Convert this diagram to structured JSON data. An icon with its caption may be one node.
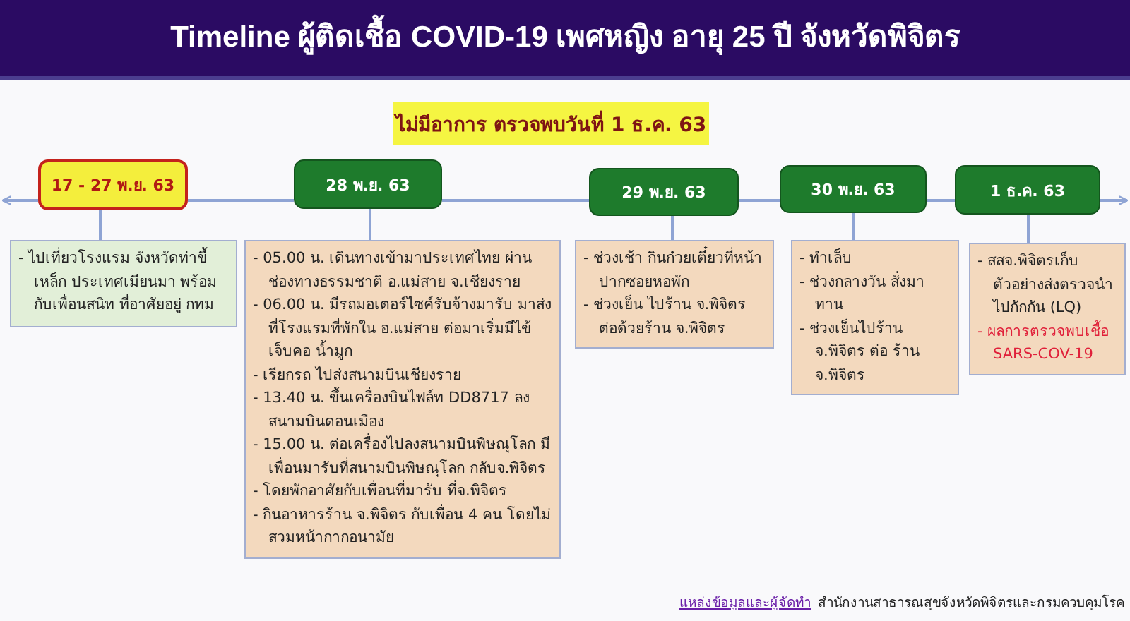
{
  "diagram": {
    "title": "Timeline ผู้ติดเชื้อ COVID-19 เพศหญิง อายุ 25 ปี จังหวัดพิจิตร",
    "nodes": [
      {
        "text": [
          "ไม่มีอาการ ตรวจพบวันที่ 1 ธ.ค. 63"
        ]
      },
      {
        "text": [
          "17 - 27 พ.ย. 63"
        ]
      },
      {
        "text": [
          "28 พ.ย. 63"
        ]
      },
      {
        "text": [
          "29 พ.ย. 63"
        ]
      },
      {
        "text": [
          "30 พ.ย. 63"
        ]
      },
      {
        "text": [
          "1 ธ.ค. 63"
        ]
      },
      {
        "text": [
          "- ไปเที่ยวโรงแรม จังหวัดท่าขี้เหล็ก ประเทศเมียนมา พร้อมกับเพื่อนสนิท ที่อาศัยอยู่ กทม"
        ]
      },
      {
        "text": [
          "- 05.00 น. เดินทางเข้ามาประเทศไทย ผ่านช่องทางธรรมชาติ อ.แม่สาย จ.เชียงราย",
          "- 06.00 น. มีรถมอเตอร์ไซค์รับจ้างมารับ มาส่งที่โรงแรมที่พักใน อ.แม่สาย ต่อมาเริ่มมีไข้ เจ็บคอ น้ำมูก",
          "- เรียกรถ ไปส่งสนามบินเชียงราย",
          "- 13.40 น. ขึ้นเครื่องบินไฟล์ท DD8717 ลงสนามบินดอนเมือง",
          "- 15.00 น. ต่อเครื่องไปลงสนามบินพิษณุโลก มีเพื่อนมารับที่สนามบินพิษณุโลก กลับจ.พิจิตร",
          "- โดยพักอาศัยกับเพื่อนที่มารับ ที่จ.พิจิตร",
          "- กินอาหารร้าน จ.พิจิตร กับเพื่อน 4 คน โดยไม่สวมหน้ากากอนามัย"
        ]
      },
      {
        "text": [
          "- ช่วงเช้า กินก๋วยเตี๋ยวที่หน้าปากซอยหอพัก",
          "- ช่วงเย็น ไปร้าน จ.พิจิตร ต่อด้วยร้าน จ.พิจิตร"
        ]
      },
      {
        "text": [
          "- ทำเล็บ",
          "- ช่วงกลางวัน สั่งมาทาน",
          "- ช่วงเย็นไปร้าน จ.พิจิตร ต่อ ร้าน จ.พิจิตร"
        ]
      },
      {
        "text": [
          "- สสจ.พิจิตรเก็บตัวอย่างส่งตรวจนำไปกักกัน (LQ)",
          "- ผลการตรวจพบเชื้อ SARS-COV-19"
        ]
      }
    ],
    "edges": [
      {
        "from": 1,
        "to": null,
        "arrow": "to"
      },
      {
        "from": 1,
        "to": 2,
        "arrow": "none"
      },
      {
        "from": 2,
        "to": 3,
        "arrow": "none"
      },
      {
        "from": 3,
        "to": 4,
        "arrow": "none"
      },
      {
        "from": 4,
        "to": 5,
        "arrow": "none"
      },
      {
        "from": 5,
        "to": null,
        "arrow": "to"
      },
      {
        "from": 1,
        "to": 6,
        "arrow": "none"
      },
      {
        "from": 2,
        "to": 7,
        "arrow": "none"
      },
      {
        "from": 3,
        "to": 8,
        "arrow": "none"
      },
      {
        "from": 4,
        "to": 9,
        "arrow": "none"
      },
      {
        "from": 5,
        "to": 10,
        "arrow": "none"
      }
    ],
    "labels": [
      "แหล่งข้อมูลและผู้จัดทำ",
      "สำนักงานสาธารณสุขจังหวัดพิจิตรและกรมควบคุมโรค"
    ]
  }
}
